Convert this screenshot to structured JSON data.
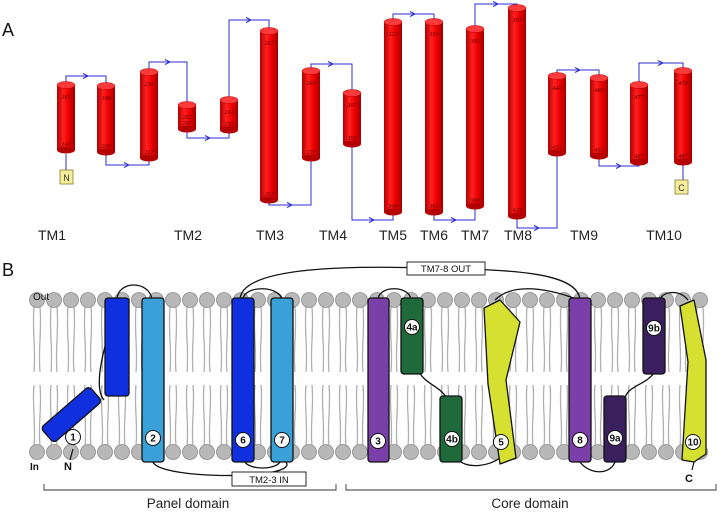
{
  "panels": {
    "a": "A",
    "b": "B"
  },
  "panel_a": {
    "helices": [
      {
        "top": "165",
        "bottom": "145"
      },
      {
        "top": "198",
        "bottom": "206"
      },
      {
        "top": "230",
        "bottom": "217"
      },
      {
        "top": "232",
        "bottom": "245"
      },
      {
        "top": "241",
        "bottom": "230"
      },
      {
        "top": "267",
        "bottom": "267"
      },
      {
        "top": "267",
        "bottom": "270"
      },
      {
        "top": "307",
        "bottom": "300"
      },
      {
        "top": "323",
        "bottom": "349"
      },
      {
        "top": "355",
        "bottom": "363"
      },
      {
        "top": "395",
        "bottom": "380"
      },
      {
        "top": "397",
        "bottom": "428"
      },
      {
        "top": "442",
        "bottom": "431"
      },
      {
        "top": "460",
        "bottom": "452"
      },
      {
        "top": "477",
        "bottom": "467"
      },
      {
        "top": "478",
        "bottom": "487"
      }
    ],
    "n_terminus": "N",
    "c_terminus": "C",
    "tm_labels": [
      "TM1",
      "TM2",
      "TM3",
      "TM4",
      "TM5",
      "TM6",
      "TM7",
      "TM8",
      "TM9",
      "TM10"
    ]
  },
  "panel_b": {
    "out_label": "Out",
    "in_label": "In",
    "loop_out": "TM7-8 OUT",
    "loop_in": "TM2-3 IN",
    "helices": [
      "1",
      "2",
      "6",
      "7",
      "3",
      "4a",
      "4b",
      "5",
      "8",
      "9a",
      "9b",
      "10"
    ],
    "n_terminus": "N",
    "c_terminus": "C",
    "domains": {
      "panel": "Panel domain",
      "core": "Core domain"
    }
  },
  "colors": {
    "helix_red": "#ee0000",
    "loop_blue": "#2b2bd4",
    "terminus_box": "#f5ee9a",
    "tm_blue": "#1030e0",
    "tm_lightblue": "#3aa0d8",
    "tm_purple": "#7a3fa8",
    "tm_darkgreen": "#1e6a3a",
    "tm_yellowgreen": "#d6e030",
    "tm_darkpurple": "#3a1f5e",
    "lipid": "#b0b0b0"
  }
}
